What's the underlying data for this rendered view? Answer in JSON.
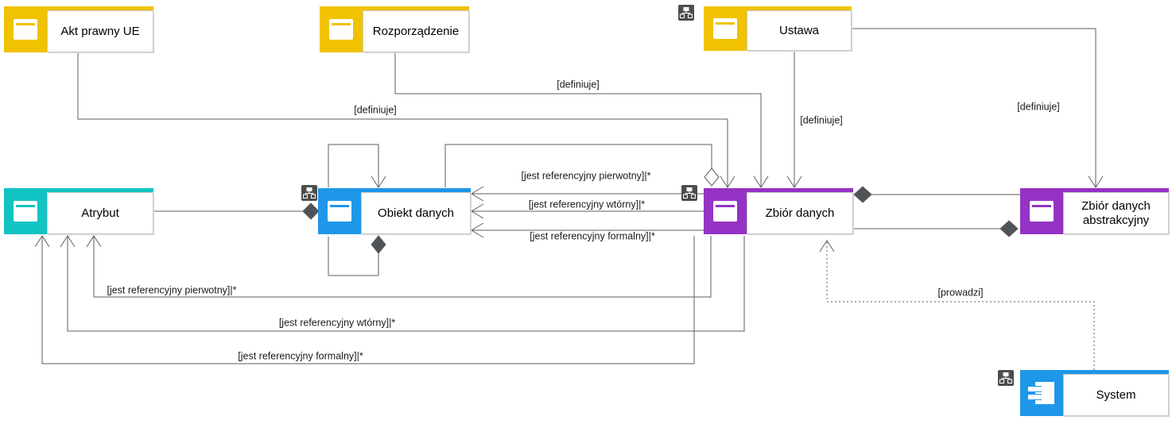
{
  "diagram": {
    "colors": {
      "yellow": "#F0C200",
      "teal": "#12C3C3",
      "blue": "#1E97E8",
      "purple": "#9433C4",
      "line": "#5E5E5E",
      "badge_bg": "#4D4D4D",
      "diamond_fill": "#4E5357"
    },
    "nodes": [
      {
        "id": "akt-prawny-ue",
        "label": "Akt prawny UE",
        "color": "#F0C200",
        "icon": "window-icon",
        "badge": false
      },
      {
        "id": "rozporzadzenie",
        "label": "Rozporządzenie",
        "color": "#F0C200",
        "icon": "window-icon",
        "badge": false
      },
      {
        "id": "ustawa",
        "label": "Ustawa",
        "color": "#F0C200",
        "icon": "window-icon",
        "badge": true
      },
      {
        "id": "atrybut",
        "label": "Atrybut",
        "color": "#12C3C3",
        "icon": "window-icon",
        "badge": false
      },
      {
        "id": "obiekt-danych",
        "label": "Obiekt danych",
        "color": "#1E97E8",
        "icon": "window-icon",
        "badge": true
      },
      {
        "id": "zbior-danych",
        "label": "Zbiór danych",
        "color": "#9433C4",
        "icon": "window-icon",
        "badge": true
      },
      {
        "id": "zbior-danych-abstrakcyjny",
        "label": "Zbiór danych abstrakcyjny",
        "color": "#9433C4",
        "icon": "window-icon",
        "badge": false
      },
      {
        "id": "system",
        "label": "System",
        "color": "#1E97E8",
        "icon": "component-icon",
        "badge": true
      }
    ],
    "edge_labels": {
      "definiuje": "[definiuje]",
      "pierwotny": "[jest referencyjny pierwotny]|*",
      "wtorny": "[jest referencyjny wtórny]|*",
      "formalny": "[jest referencyjny formalny]|*",
      "prowadzi": "[prowadzi]"
    },
    "edges": [
      {
        "from": "Akt prawny UE",
        "to": "Zbiór danych",
        "label": "[definiuje]",
        "style": "open-arrow"
      },
      {
        "from": "Rozporządzenie",
        "to": "Zbiór danych",
        "label": "[definiuje]",
        "style": "open-arrow"
      },
      {
        "from": "Ustawa",
        "to": "Zbiór danych",
        "label": "[definiuje]",
        "style": "open-arrow"
      },
      {
        "from": "Ustawa",
        "to": "Zbiór danych abstrakcyjny",
        "label": "[definiuje]",
        "style": "open-arrow"
      },
      {
        "from": "Obiekt danych",
        "to": "Zbiór danych",
        "label": "",
        "style": "aggregation-open-diamond-at-zbior-danych"
      },
      {
        "from": "Obiekt danych",
        "to": "Obiekt danych",
        "label": "",
        "style": "self-open-arrow"
      },
      {
        "from": "Obiekt danych",
        "to": "Obiekt danych",
        "label": "",
        "style": "self-composition-diamond"
      },
      {
        "from": "Atrybut",
        "to": "Obiekt danych",
        "label": "",
        "style": "composition-diamond-at-obiekt-danych"
      },
      {
        "from": "Zbiór danych",
        "to": "Obiekt danych",
        "label": "[jest referencyjny pierwotny]|*",
        "style": "open-arrow"
      },
      {
        "from": "Zbiór danych",
        "to": "Obiekt danych",
        "label": "[jest referencyjny wtórny]|*",
        "style": "open-arrow"
      },
      {
        "from": "Zbiór danych",
        "to": "Obiekt danych",
        "label": "[jest referencyjny formalny]|*",
        "style": "open-arrow"
      },
      {
        "from": "Zbiór danych",
        "to": "Zbiór danych abstrakcyjny",
        "label": "",
        "style": "composition-diamond-at-zbior-danych"
      },
      {
        "from": "Zbiór danych abstrakcyjny",
        "to": "Zbiór danych",
        "label": "",
        "style": "composition-diamond-at-abstrakcyjny"
      },
      {
        "from": "Zbiór danych",
        "to": "Atrybut",
        "label": "[jest referencyjny pierwotny]|*",
        "style": "open-arrow"
      },
      {
        "from": "Zbiór danych",
        "to": "Atrybut",
        "label": "[jest referencyjny wtórny]|*",
        "style": "open-arrow"
      },
      {
        "from": "Zbiór danych",
        "to": "Atrybut",
        "label": "[jest referencyjny formalny]|*",
        "style": "open-arrow"
      },
      {
        "from": "System",
        "to": "Zbiór danych",
        "label": "[prowadzi]",
        "style": "dotted-open-arrow"
      }
    ]
  }
}
